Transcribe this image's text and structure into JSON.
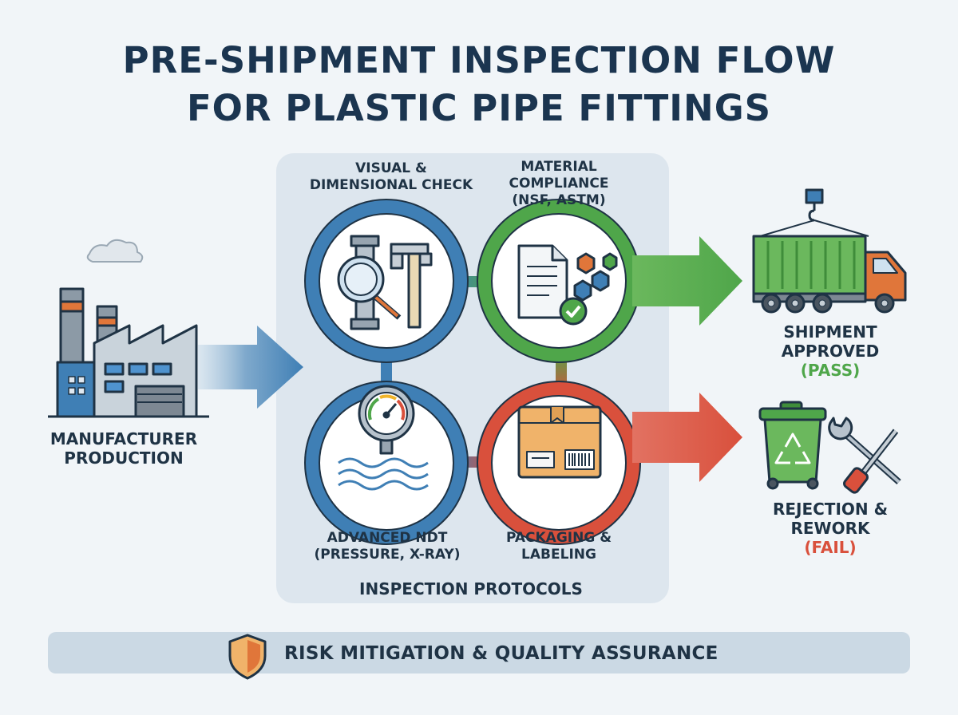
{
  "title": {
    "line1": "PRE-SHIPMENT INSPECTION FLOW",
    "line2": "FOR PLASTIC PIPE FITTINGS"
  },
  "source": {
    "line1": "MANUFACTURER",
    "line2": "PRODUCTION",
    "icon": "factory-icon"
  },
  "protocols": {
    "caption": "INSPECTION PROTOCOLS",
    "steps": [
      {
        "line1": "VISUAL &",
        "line2": "DIMENSIONAL CHECK",
        "line3": "",
        "icon": "magnifier-caliper-icon",
        "color": "#3f7fb5"
      },
      {
        "line1": "MATERIAL",
        "line2": "COMPLIANCE",
        "line3": "(NSF, ASTM)",
        "icon": "document-molecule-icon",
        "color": "#4fa64a"
      },
      {
        "line1": "ADVANCED NDT",
        "line2": "(PRESSURE, X-RAY)",
        "line3": "",
        "icon": "pressure-gauge-icon",
        "color": "#3f7fb5"
      },
      {
        "line1": "PACKAGING &",
        "line2": "LABELING",
        "line3": "",
        "icon": "package-barcode-icon",
        "color": "#d9503c"
      }
    ]
  },
  "outcomes": {
    "pass": {
      "line1": "SHIPMENT",
      "line2": "APPROVED",
      "status": "(PASS)",
      "icon": "container-truck-icon",
      "color": "#4fa64a"
    },
    "fail": {
      "line1": "REJECTION &",
      "line2": "REWORK",
      "status": "(FAIL)",
      "icon": "recycle-bin-tools-icon",
      "color": "#d9503c"
    }
  },
  "footer": {
    "text": "RISK MITIGATION & QUALITY ASSURANCE",
    "icon": "shield-icon"
  }
}
